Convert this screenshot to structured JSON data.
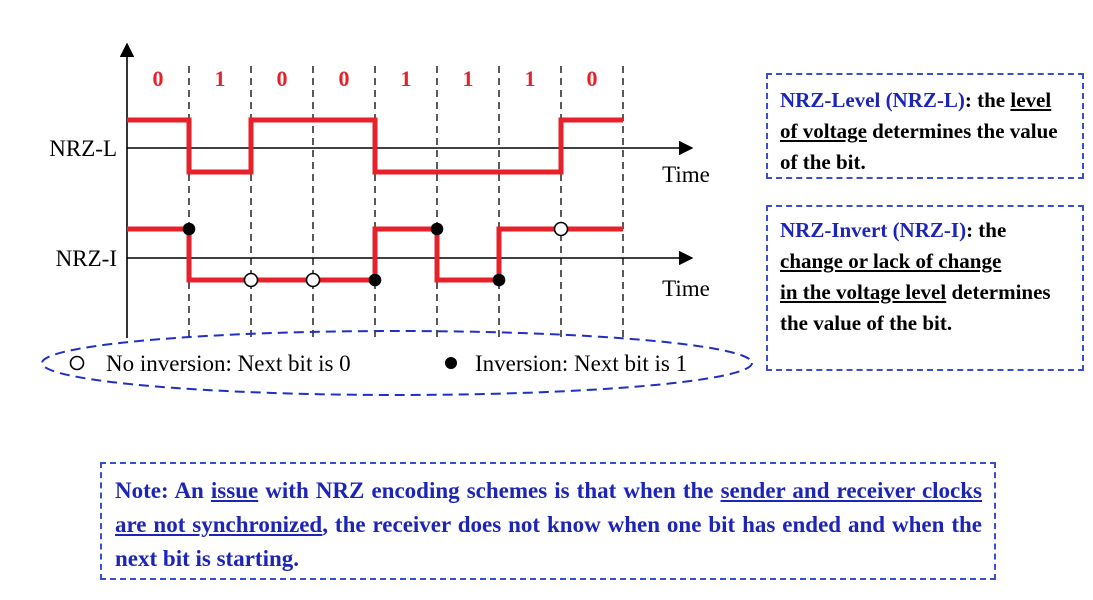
{
  "bits": [
    "0",
    "1",
    "0",
    "0",
    "1",
    "1",
    "1",
    "0"
  ],
  "signals": {
    "nrz_l": {
      "label": "NRZ-L",
      "levels": [
        1,
        0,
        1,
        1,
        0,
        0,
        0,
        1
      ],
      "axis_label": "Time"
    },
    "nrz_i": {
      "label": "NRZ-I",
      "levels": [
        1,
        0,
        0,
        0,
        1,
        0,
        1,
        1
      ],
      "axis_label": "Time"
    }
  },
  "legend": {
    "no_inversion": "No inversion: Next bit is 0",
    "inversion": "Inversion: Next bit is 1"
  },
  "nrz_l_box": {
    "term": "NRZ-Level (NRZ-L)",
    "colon_text": ": the",
    "underlined": "level of voltage",
    "rest": " determines the value of the bit."
  },
  "nrz_i_box": {
    "term": "NRZ-Invert (NRZ-I)",
    "colon_text": ": the",
    "underlined_1": "change or lack of change",
    "underlined_2": "in the voltage level",
    "rest": " determines the value of the bit."
  },
  "note": {
    "p1": "Note: An ",
    "u1": "issue",
    "p2": " with NRZ encoding schemes is that when the ",
    "u2": "sender and receiver clocks are not synchronized",
    "p3": ", the receiver does not know when one bit has ended and when the next bit is starting."
  },
  "colors": {
    "signal": "#e8202a",
    "bit_label": "#e8202a",
    "box_border": "#3a4fd0",
    "term": "#1c25b8",
    "legend_ellipse": "#1f2fc8"
  }
}
